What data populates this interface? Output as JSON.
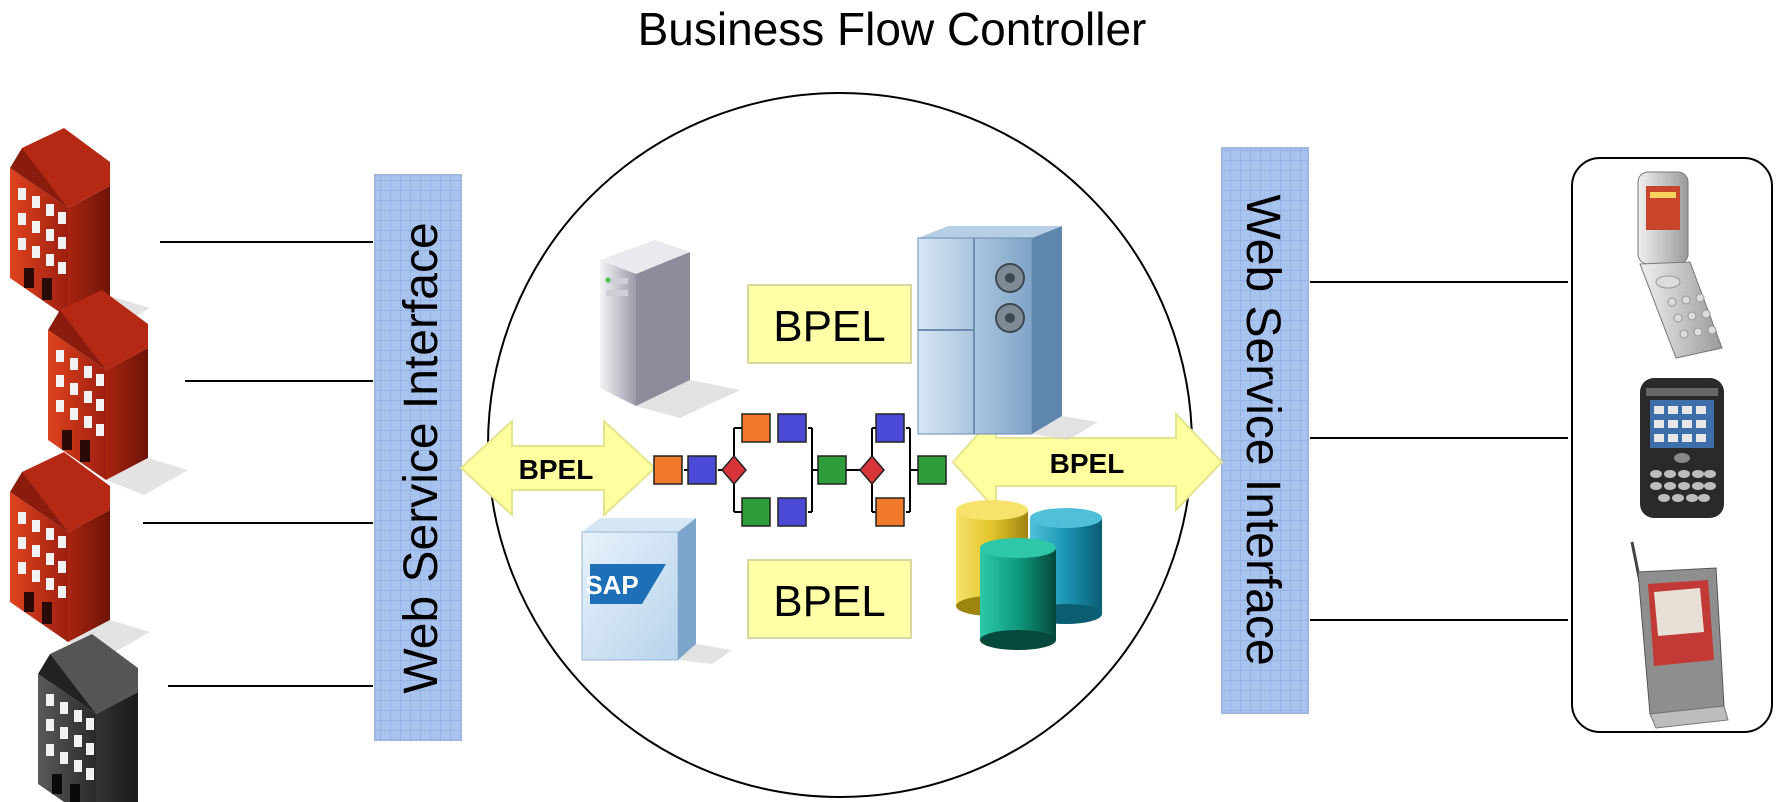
{
  "title": "Business Flow Controller",
  "left_interface_label": "Web Service Interface",
  "right_interface_label": "Web Service Interface",
  "bpel_labels": {
    "top_box": "BPEL",
    "bottom_box": "BPEL",
    "left_arrow": "BPEL",
    "right_arrow": "BPEL"
  },
  "sap_logo_text": "SAP",
  "left_entities": [
    "building-red",
    "building-red",
    "building-red",
    "building-gray"
  ],
  "right_devices": [
    "flip-phone",
    "smartphone",
    "pda-card"
  ],
  "colors": {
    "interface_panel": "#a9c3ef",
    "interface_grid": "#8fa9dd",
    "bpel_box": "#ffffa8",
    "arrow_fill": "#ffffa0",
    "building_red": "#c8321c",
    "building_gray": "#3f3f3f",
    "node_orange": "#f07a2a",
    "node_blue": "#4a4ad6",
    "node_green": "#2e9e3a",
    "decision_red": "#d8353a"
  }
}
